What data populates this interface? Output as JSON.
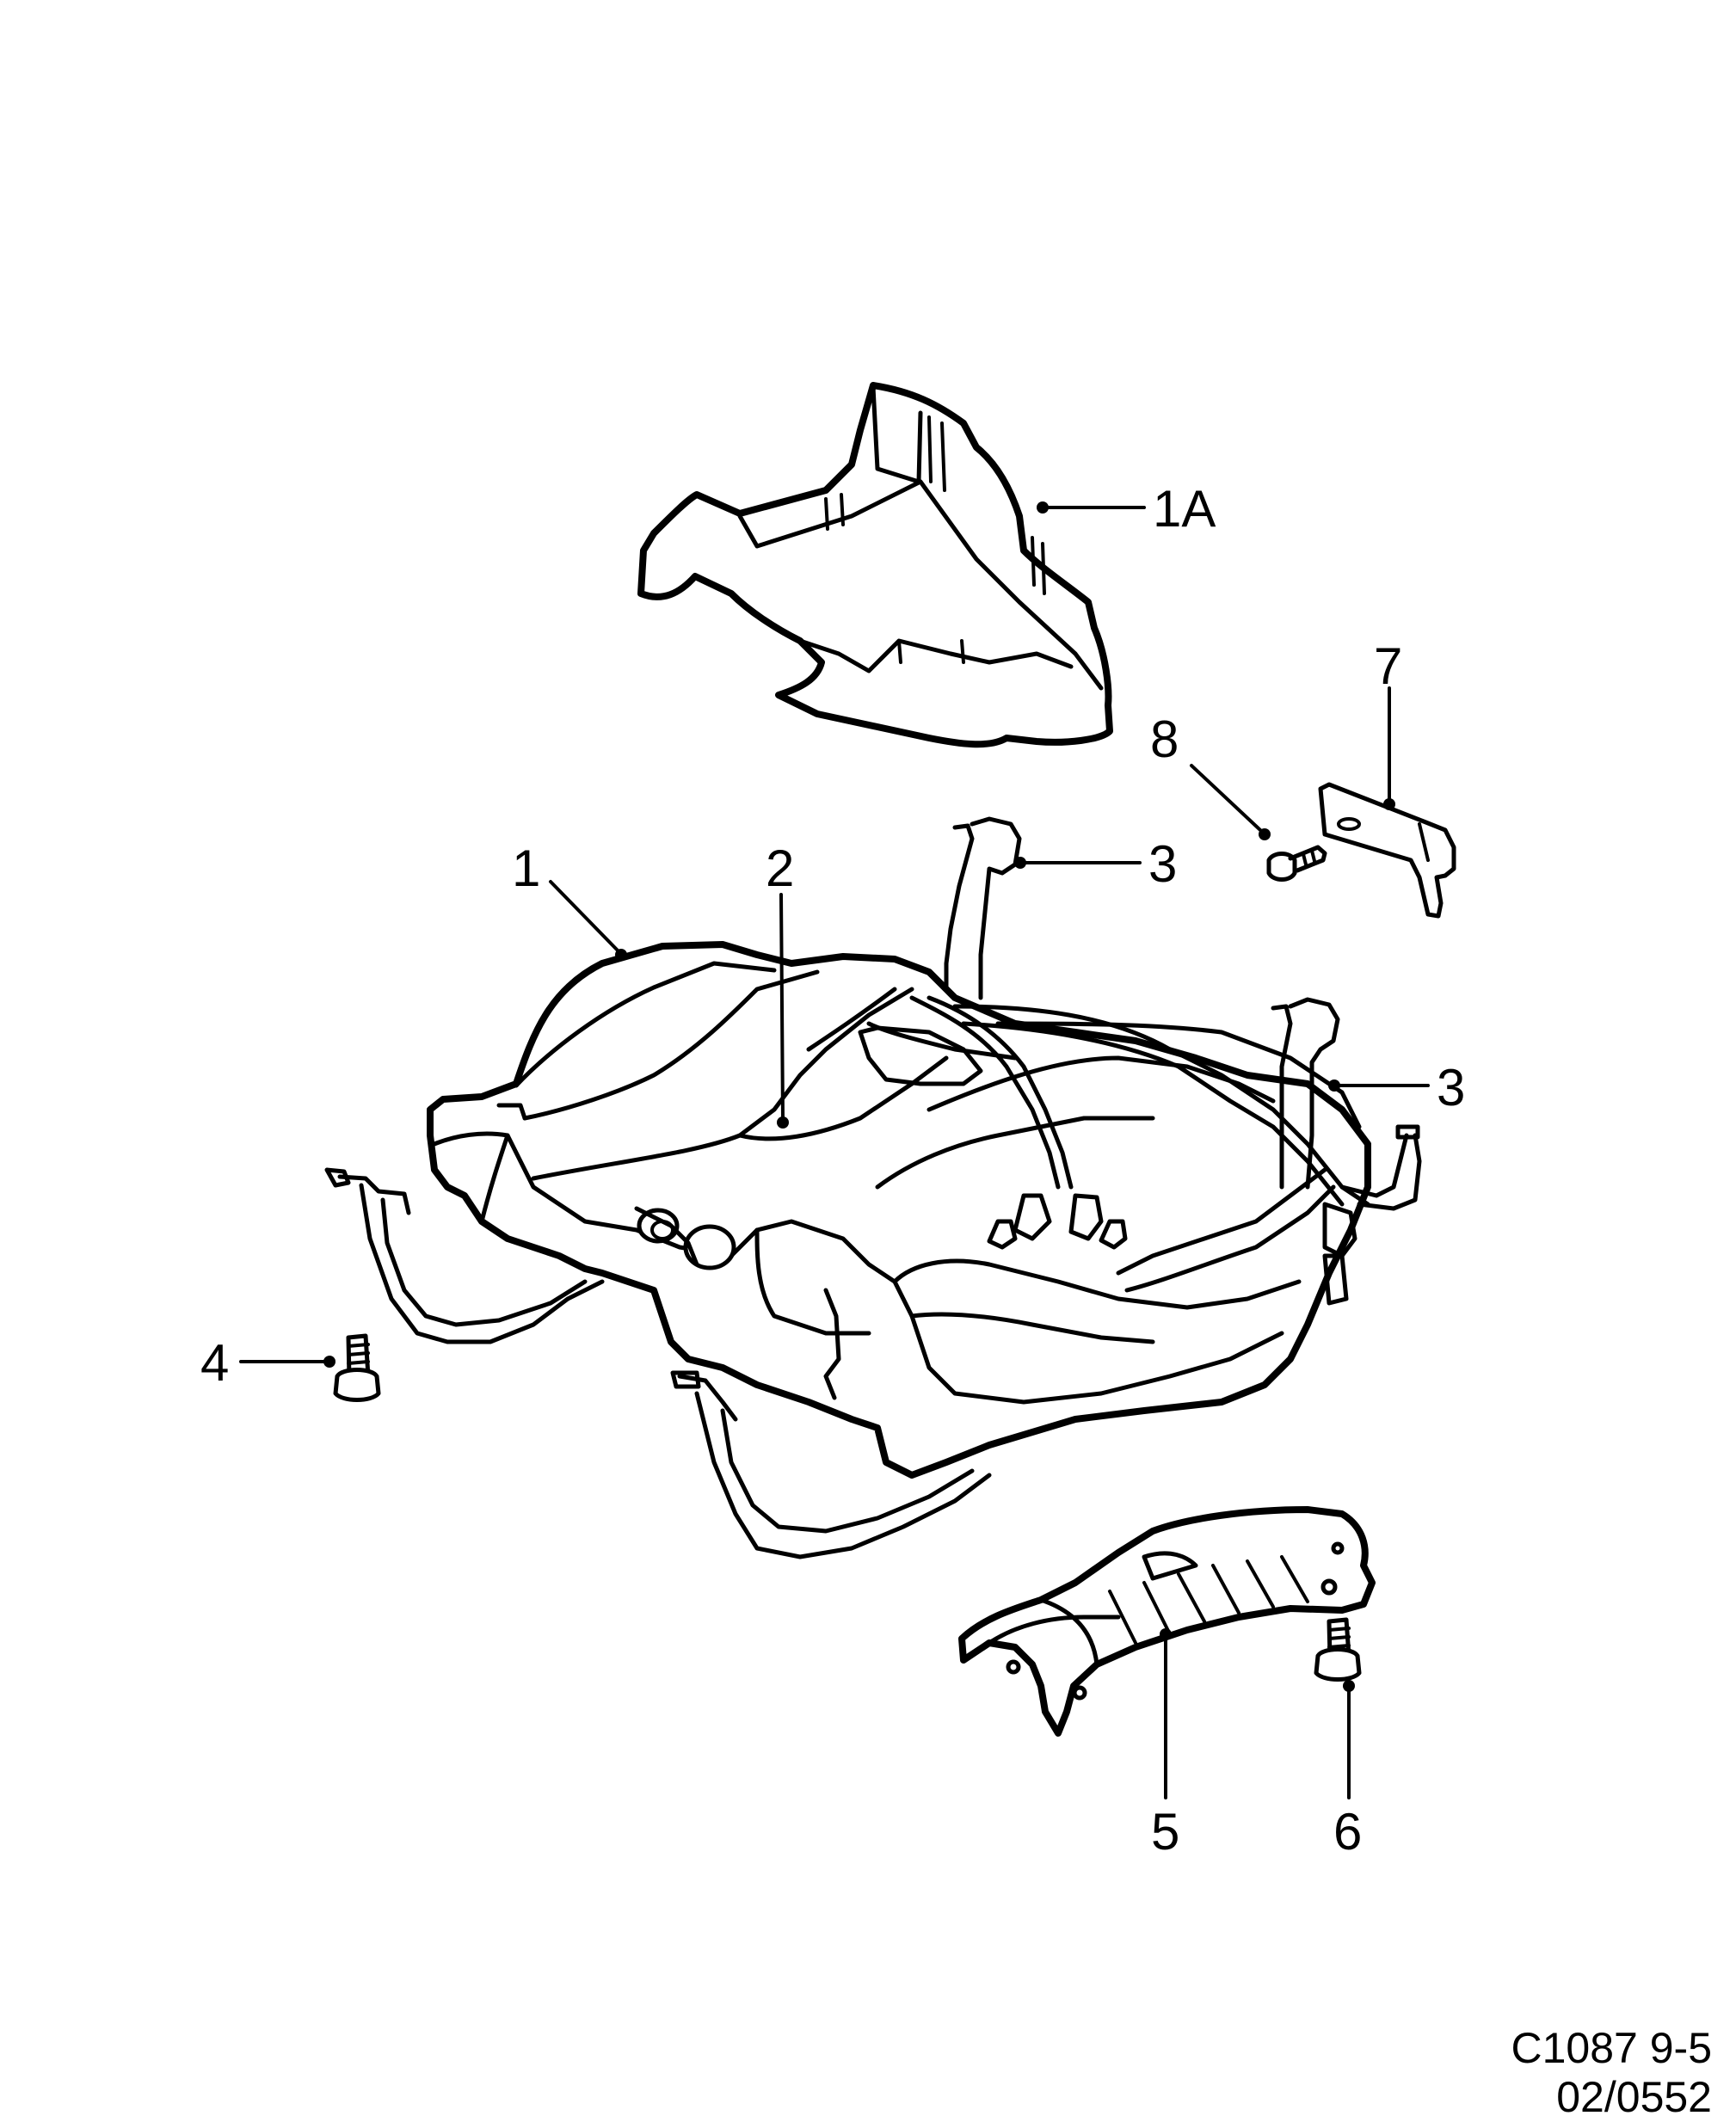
{
  "callouts": {
    "c1": "1",
    "c1a": "1A",
    "c2": "2",
    "c3a": "3",
    "c3b": "3",
    "c4": "4",
    "c5": "5",
    "c6": "6",
    "c7": "7",
    "c8": "8"
  },
  "footer": {
    "line1": "C1087 9-5",
    "line2": "02/0552"
  }
}
